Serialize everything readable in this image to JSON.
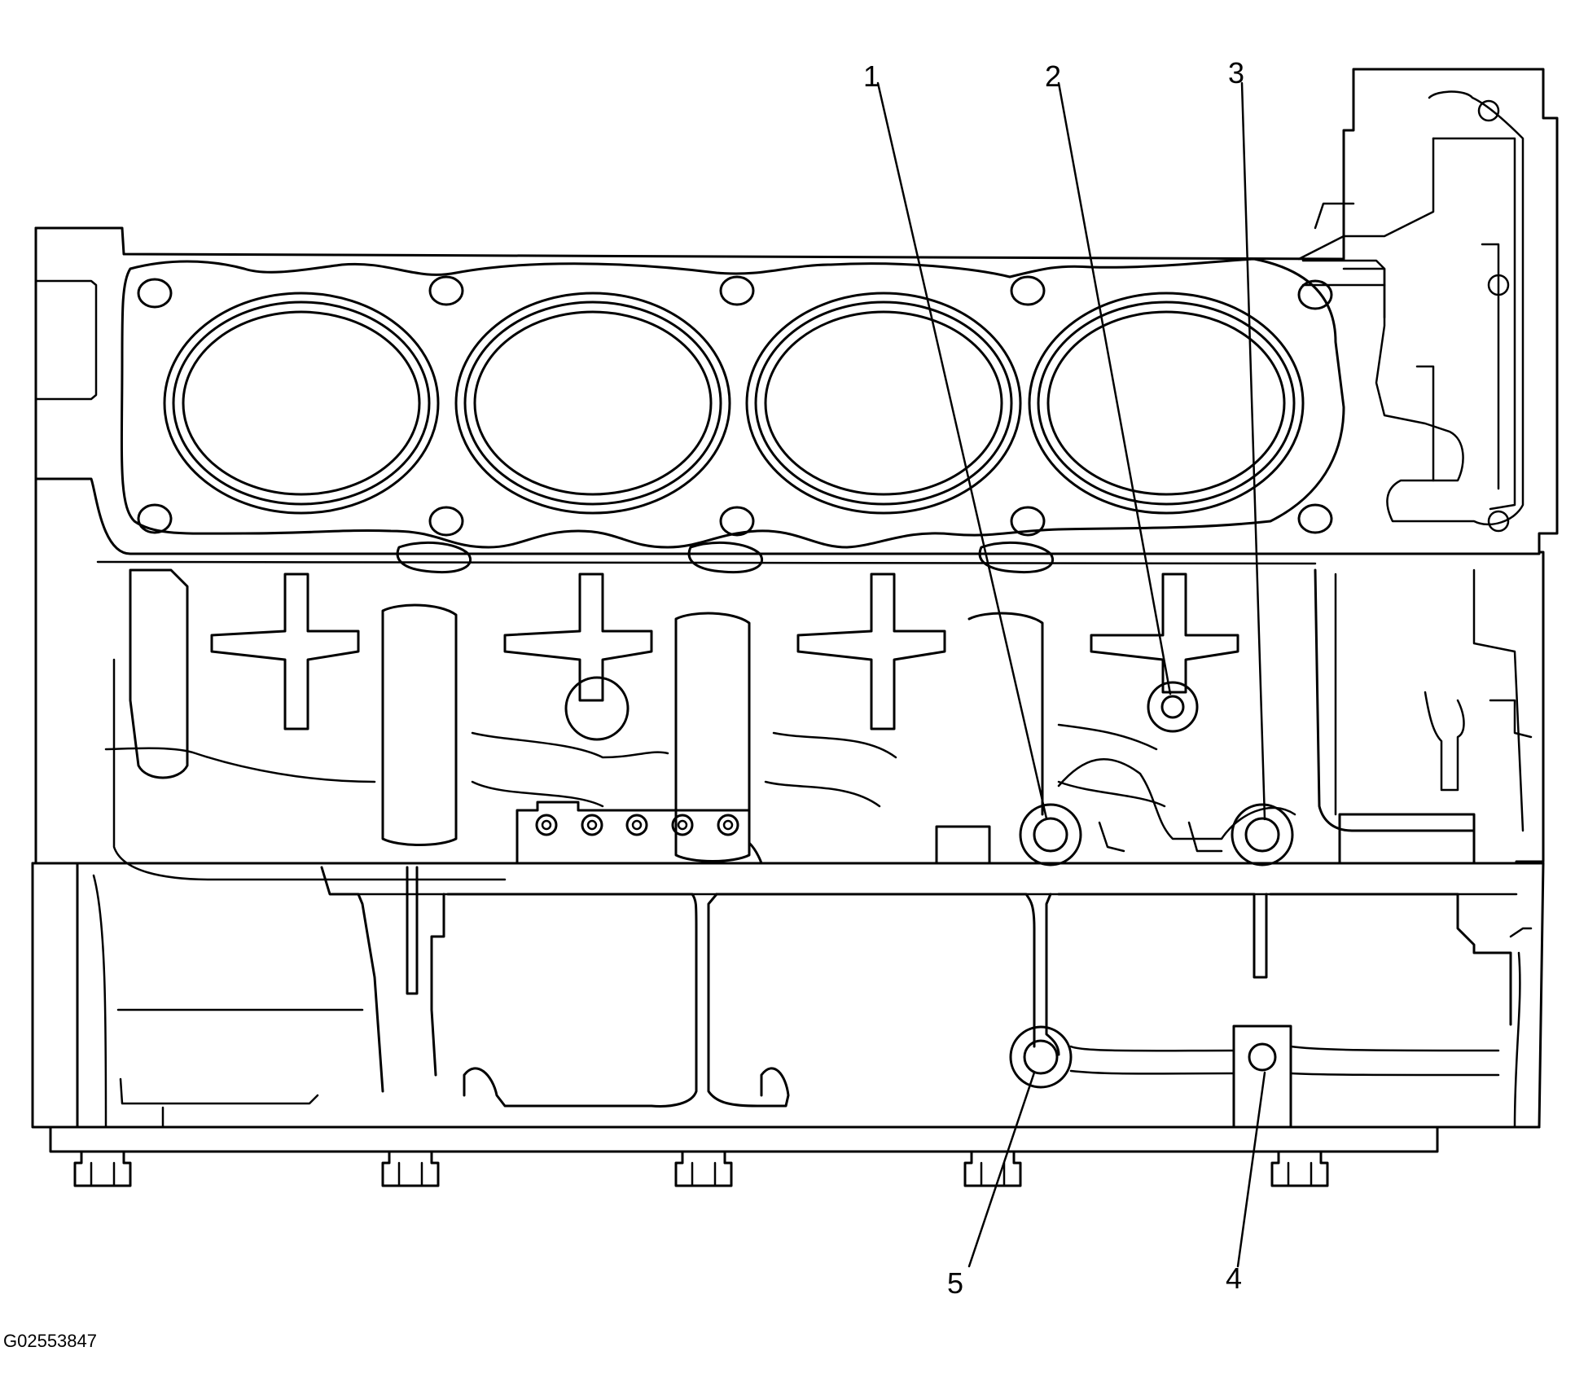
{
  "diagram": {
    "callouts": [
      {
        "id": "1",
        "label": "1"
      },
      {
        "id": "2",
        "label": "2"
      },
      {
        "id": "3",
        "label": "3"
      },
      {
        "id": "4",
        "label": "4"
      },
      {
        "id": "5",
        "label": "5"
      }
    ],
    "figure_code": "G02553847"
  }
}
